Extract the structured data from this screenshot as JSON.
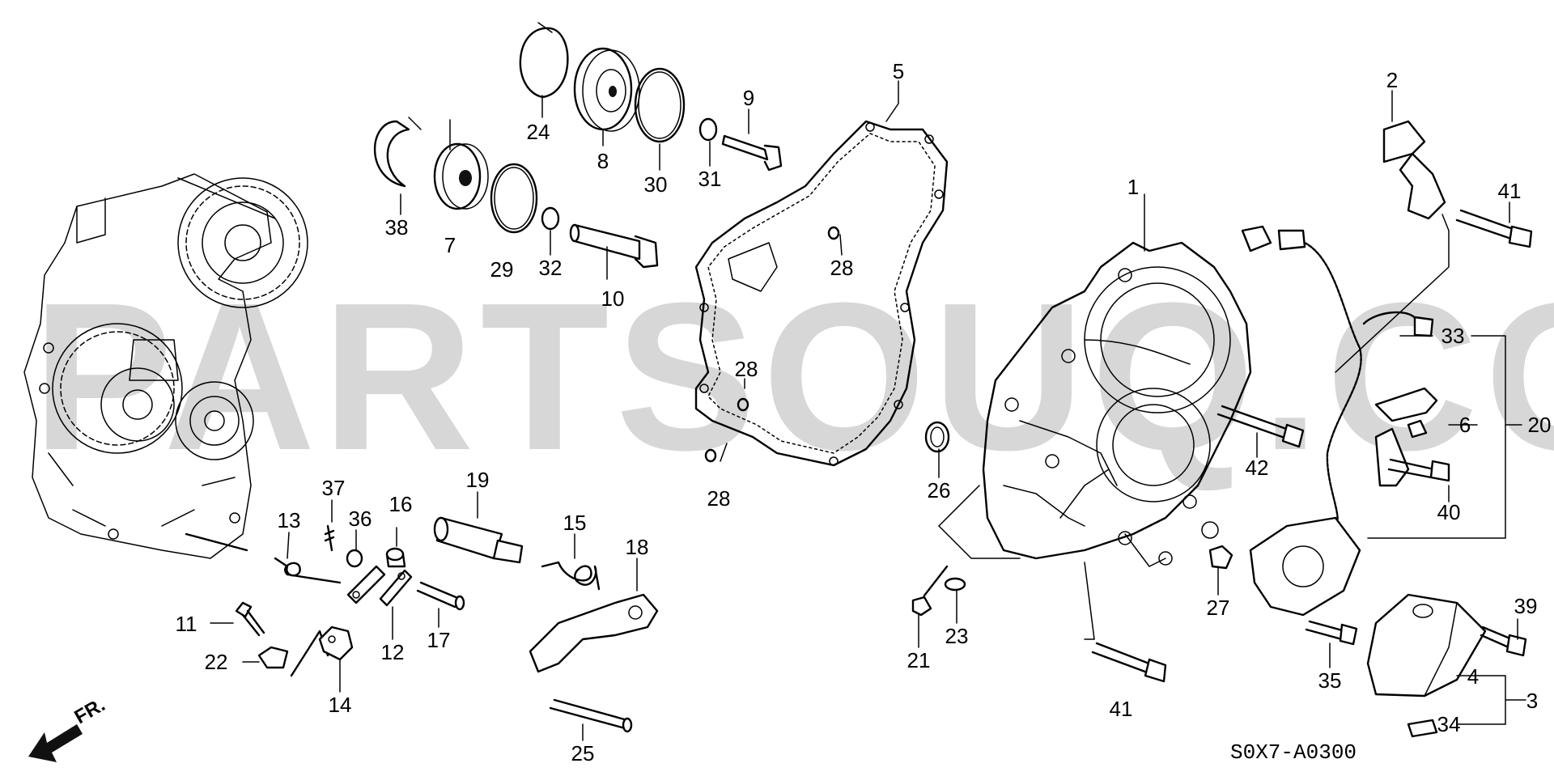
{
  "diagram": {
    "watermark_text": "PARTSOUQ.COM",
    "code": "S0X7-A0300",
    "direction_label": "FR.",
    "callouts": [
      {
        "id": "1",
        "label": "1"
      },
      {
        "id": "2",
        "label": "2"
      },
      {
        "id": "3",
        "label": "3"
      },
      {
        "id": "4",
        "label": "4"
      },
      {
        "id": "5",
        "label": "5"
      },
      {
        "id": "6",
        "label": "6"
      },
      {
        "id": "7",
        "label": "7"
      },
      {
        "id": "8",
        "label": "8"
      },
      {
        "id": "9",
        "label": "9"
      },
      {
        "id": "10",
        "label": "10"
      },
      {
        "id": "11",
        "label": "11"
      },
      {
        "id": "12",
        "label": "12"
      },
      {
        "id": "13",
        "label": "13"
      },
      {
        "id": "14",
        "label": "14"
      },
      {
        "id": "15",
        "label": "15"
      },
      {
        "id": "16",
        "label": "16"
      },
      {
        "id": "17",
        "label": "17"
      },
      {
        "id": "18",
        "label": "18"
      },
      {
        "id": "19",
        "label": "19"
      },
      {
        "id": "20",
        "label": "20"
      },
      {
        "id": "21",
        "label": "21"
      },
      {
        "id": "22",
        "label": "22"
      },
      {
        "id": "23",
        "label": "23"
      },
      {
        "id": "24",
        "label": "24"
      },
      {
        "id": "25",
        "label": "25"
      },
      {
        "id": "26",
        "label": "26"
      },
      {
        "id": "27",
        "label": "27"
      },
      {
        "id": "28a",
        "label": "28"
      },
      {
        "id": "28b",
        "label": "28"
      },
      {
        "id": "28c",
        "label": "28"
      },
      {
        "id": "29",
        "label": "29"
      },
      {
        "id": "30",
        "label": "30"
      },
      {
        "id": "31",
        "label": "31"
      },
      {
        "id": "32",
        "label": "32"
      },
      {
        "id": "33",
        "label": "33"
      },
      {
        "id": "34",
        "label": "34"
      },
      {
        "id": "35",
        "label": "35"
      },
      {
        "id": "36",
        "label": "36"
      },
      {
        "id": "37",
        "label": "37"
      },
      {
        "id": "38",
        "label": "38"
      },
      {
        "id": "39",
        "label": "39"
      },
      {
        "id": "40",
        "label": "40"
      },
      {
        "id": "41a",
        "label": "41"
      },
      {
        "id": "41b",
        "label": "41"
      },
      {
        "id": "42",
        "label": "42"
      }
    ]
  }
}
